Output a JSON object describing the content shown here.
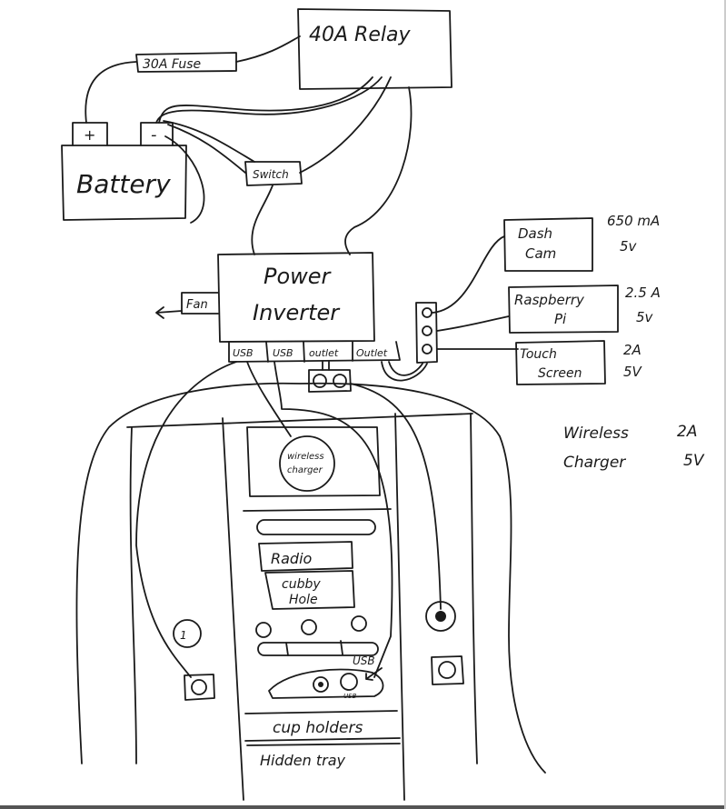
{
  "title": "Car power wiring sketch",
  "components": {
    "relay": "40A Relay",
    "fuse": "30A Fuse",
    "battery": "Battery",
    "battery_plus": "+",
    "battery_minus": "-",
    "switch": "Switch",
    "inverter_line1": "Power",
    "inverter_line2": "Inverter",
    "fan": "Fan",
    "ports": [
      "USB",
      "USB",
      "outlet",
      "Outlet"
    ]
  },
  "devices": [
    {
      "name_line1": "Dash",
      "name_line2": "Cam",
      "current": "650 mA",
      "voltage": "5v"
    },
    {
      "name_line1": "Raspberry",
      "name_line2": "Pi",
      "current": "2.5 A",
      "voltage": "5v"
    },
    {
      "name_line1": "Touch",
      "name_line2": "Screen",
      "current": "2A",
      "voltage": "5V"
    }
  ],
  "wireless_note": {
    "line1": "Wireless",
    "current": "2A",
    "line2": "Charger",
    "voltage": "5V"
  },
  "console": {
    "wireless_charger_line1": "wireless",
    "wireless_charger_line2": "charger",
    "radio": "Radio",
    "cubby_line1": "cubby",
    "cubby_line2": "Hole",
    "usb_label": "USB",
    "usb_small": "USB",
    "cup_holders": "cup holders",
    "hidden_tray": "Hidden tray"
  }
}
